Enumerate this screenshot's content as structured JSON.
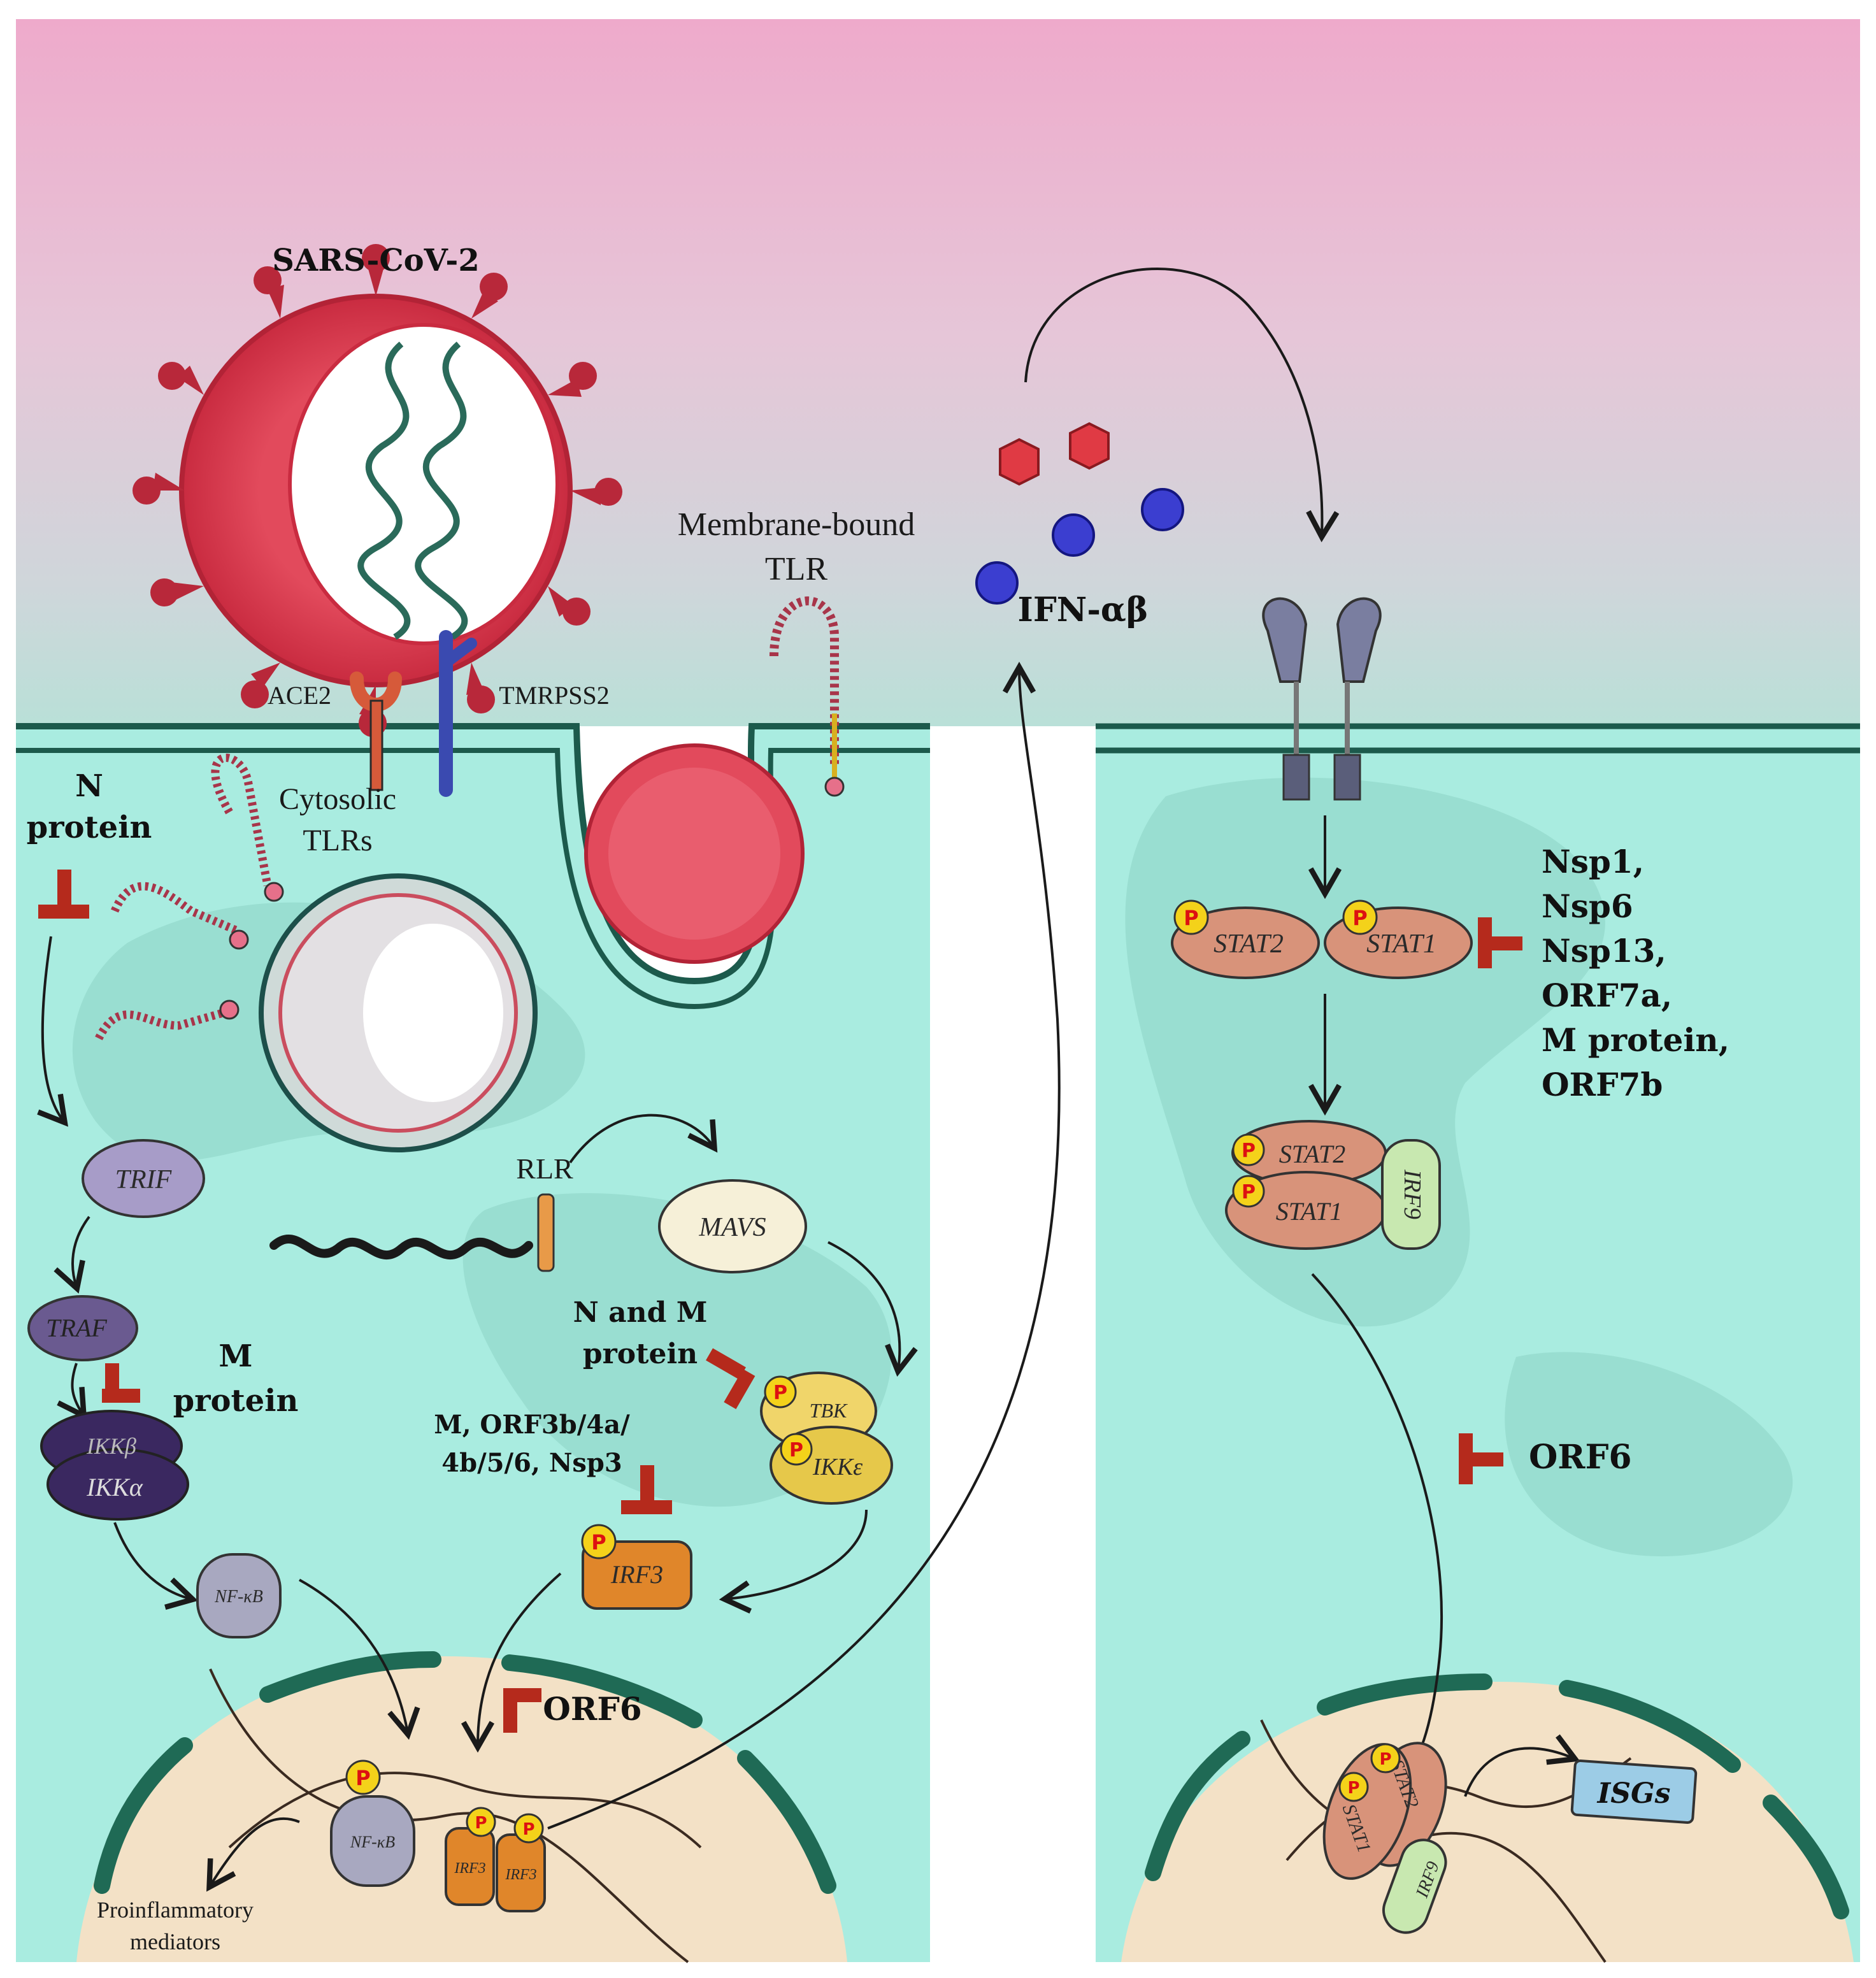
{
  "colors": {
    "extracellular_top": "#eeb2cc",
    "extracellular_mid": "#d8d6e2",
    "cytoplasm": "#a8ece0",
    "cytoplasm_dark": "#8ed6c8",
    "membrane_outline": "#1c5a4c",
    "nucleus": "#f3e0c4",
    "nuclear_envelope": "#1f6a55",
    "inhibitor": "#b52a1c",
    "virus_red": "#d8364a",
    "phospho": "#f4d21a"
  },
  "virus": {
    "title": "SARS-CoV-2"
  },
  "receptors": {
    "ace2": "ACE2",
    "tmprss2": "TMRPSS2",
    "membrane_tlr_line1": "Membrane-bound",
    "membrane_tlr_line2": "TLR",
    "cytosolic_tlr_line1": "Cytosolic",
    "cytosolic_tlr_line2": "TLRs",
    "rlr": "RLR"
  },
  "interferon": {
    "label": "IFN-αβ"
  },
  "left_cell": {
    "n_protein_line1": "N",
    "n_protein_line2": "protein",
    "trif": "TRIF",
    "traf": "TRAF",
    "ikkb": "IKKβ",
    "ikka": "IKKα",
    "m_protein_line1": "M",
    "m_protein_line2": "protein",
    "nfkb": "NF-κB",
    "mavs": "MAVS",
    "n_and_m_line1": "N and M",
    "n_and_m_line2": "protein",
    "tbk": "TBK",
    "ikke": "IKKε",
    "orf3b_line1": "M, ORF3b/4a/",
    "orf3b_line2": "4b/5/6, Nsp3",
    "irf3": "IRF3",
    "orf6": "ORF6",
    "nuc_nfkb": "NF-κB",
    "nuc_irf3_a": "IRF3",
    "nuc_irf3_b": "IRF3",
    "proinflammatory_line1": "Proinflammatory",
    "proinflammatory_line2": "mediators"
  },
  "right_cell": {
    "stat2": "STAT2",
    "stat1": "STAT1",
    "inhibitors": [
      "Nsp1,",
      "Nsp6",
      "Nsp13,",
      "ORF7a,",
      "M protein,",
      "ORF7b"
    ],
    "complex_stat2": "STAT2",
    "complex_stat1": "STAT1",
    "complex_irf9": "IRF9",
    "orf6": "ORF6",
    "nuc_stat2": "STAT2",
    "nuc_stat1": "STAT1",
    "nuc_irf9": "IRF9",
    "isgs": "ISGs"
  },
  "phospho_label": "P"
}
